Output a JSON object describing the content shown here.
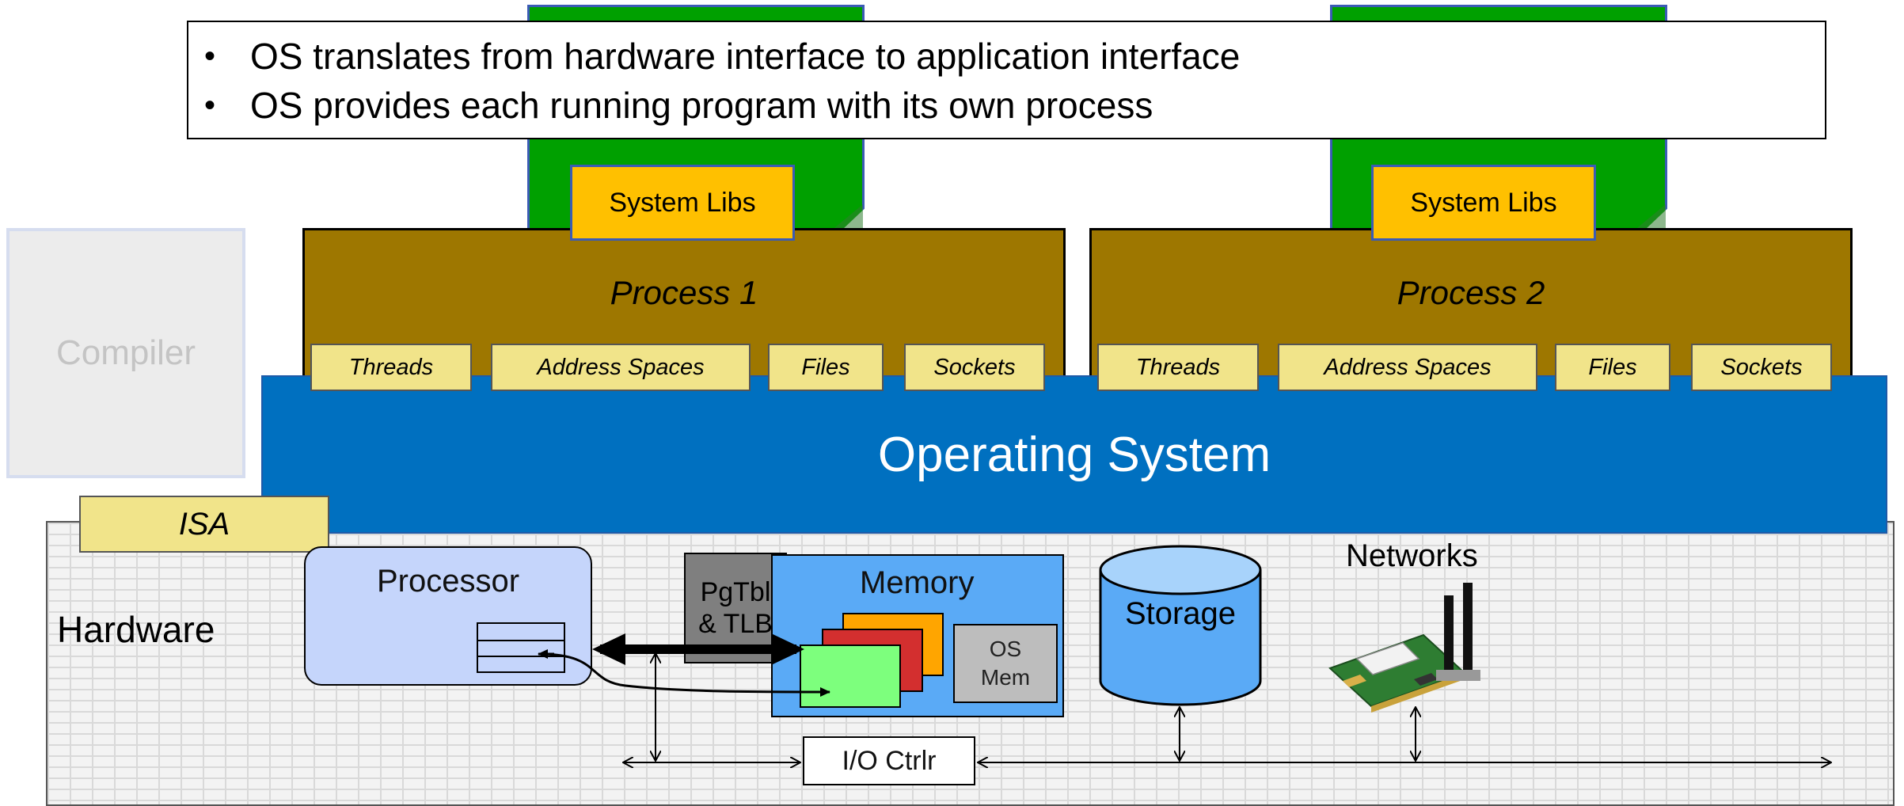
{
  "bullets": [
    "OS translates from hardware interface to application interface",
    "OS provides each running program with its own process"
  ],
  "compiler": {
    "label": "Compiler"
  },
  "processes": [
    {
      "title": "Process 1",
      "system_libs": "System Libs",
      "tags": [
        "Threads",
        "Address Spaces",
        "Files",
        "Sockets"
      ]
    },
    {
      "title": "Process 2",
      "system_libs": "System Libs",
      "tags": [
        "Threads",
        "Address Spaces",
        "Files",
        "Sockets"
      ]
    }
  ],
  "os": {
    "label": "Operating System",
    "color": "#0070c0"
  },
  "isa": {
    "label": "ISA"
  },
  "hardware": {
    "label": "Hardware",
    "processor": "Processor",
    "pgtbl": [
      "PgTbl",
      "& TLB"
    ],
    "memory": "Memory",
    "os_mem": [
      "OS",
      "Mem"
    ],
    "storage": "Storage",
    "networks": "Networks",
    "io_ctrl": "I/O Ctrlr"
  },
  "colors": {
    "process": "#9e7700",
    "program": "#00a000",
    "system_libs": "#ffc000",
    "tag": "#f1e48a",
    "memory": "#5aaaf6",
    "processor": "#c5d5fb"
  }
}
